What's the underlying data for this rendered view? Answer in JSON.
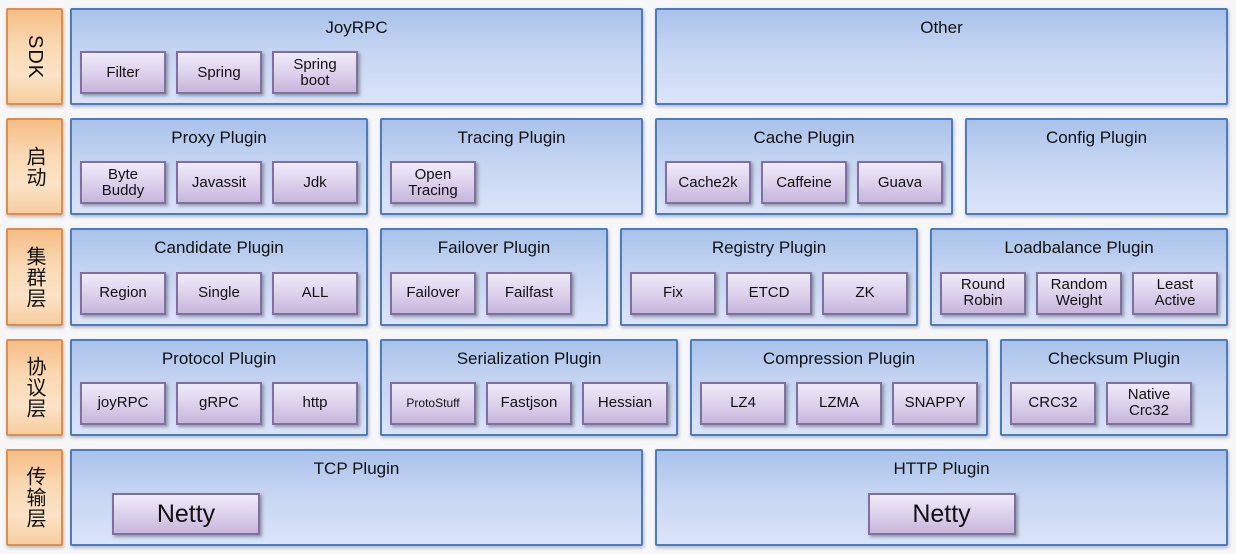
{
  "sidebar": {
    "items": [
      {
        "label": "SDK"
      },
      {
        "label": "启动"
      },
      {
        "label": "集群层"
      },
      {
        "label": "协议层"
      },
      {
        "label": "传输层"
      }
    ]
  },
  "boxes": {
    "joyrpc": {
      "title": "JoyRPC",
      "items": [
        "Filter",
        "Spring",
        "Spring boot"
      ]
    },
    "other": {
      "title": "Other",
      "items": []
    },
    "proxy": {
      "title": "Proxy Plugin",
      "items": [
        "Byte Buddy",
        "Javassit",
        "Jdk"
      ]
    },
    "tracing": {
      "title": "Tracing Plugin",
      "items": [
        "Open Tracing"
      ]
    },
    "cache": {
      "title": "Cache Plugin",
      "items": [
        "Cache2k",
        "Caffeine",
        "Guava"
      ]
    },
    "config": {
      "title": "Config Plugin",
      "items": []
    },
    "candidate": {
      "title": "Candidate Plugin",
      "items": [
        "Region",
        "Single",
        "ALL"
      ]
    },
    "failover": {
      "title": "Failover Plugin",
      "items": [
        "Failover",
        "Failfast"
      ]
    },
    "registry": {
      "title": "Registry Plugin",
      "items": [
        "Fix",
        "ETCD",
        "ZK"
      ]
    },
    "loadbalance": {
      "title": "Loadbalance Plugin",
      "items": [
        "Round Robin",
        "Random Weight",
        "Least Active"
      ]
    },
    "protocol": {
      "title": "Protocol Plugin",
      "items": [
        "joyRPC",
        "gRPC",
        "http"
      ]
    },
    "serialization": {
      "title": "Serialization Plugin",
      "items": [
        "ProtoStuff",
        "Fastjson",
        "Hessian"
      ]
    },
    "compression": {
      "title": "Compression Plugin",
      "items": [
        "LZ4",
        "LZMA",
        "SNAPPY"
      ]
    },
    "checksum": {
      "title": "Checksum Plugin",
      "items": [
        "CRC32",
        "Native Crc32"
      ]
    },
    "tcp": {
      "title": "TCP Plugin",
      "items": [
        "Netty"
      ]
    },
    "http": {
      "title": "HTTP Plugin",
      "items": [
        "Netty"
      ]
    }
  },
  "colors": {
    "plugin_border": "#4d7cbe",
    "plugin_fill_top": "#a9c2ea",
    "plugin_fill_bottom": "#dbe4f9",
    "chip_border": "#7e709f",
    "chip_fill_top": "#efeaf7",
    "chip_fill_bottom": "#c7b6dc",
    "sidebar_border": "#dc8e52",
    "sidebar_fill_top": "#f5bd85",
    "sidebar_fill_mid": "#fbe3c6",
    "text": "#111111",
    "background": "#f7f7f9"
  }
}
